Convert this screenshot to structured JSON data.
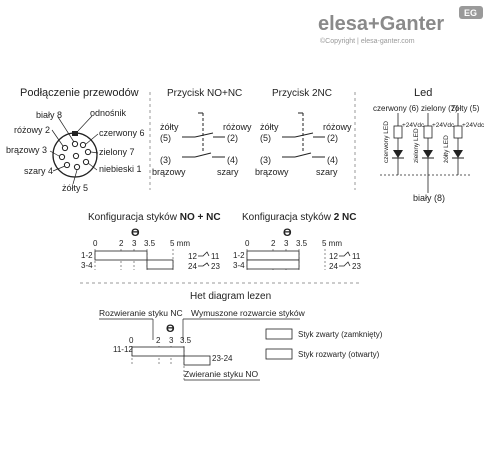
{
  "brand": {
    "name": "elesa+Ganter",
    "copyright": "©Copyright | elesa-ganter.com",
    "badge": "EG"
  },
  "connection": {
    "title": "Podłączenie przewodów",
    "pins": {
      "bialy": "biały 8",
      "rozowy": "różowy 2",
      "brazowy": "brązowy 3",
      "szary": "szary 4",
      "zolty": "żółty 5",
      "niebieski": "niebieski 1",
      "zielony": "zielony 7",
      "czerwony": "czerwony 6",
      "odnosnik": "odnośnik"
    }
  },
  "button_no_nc": {
    "title": "Przycisk NO+NC",
    "zolty": "żółty",
    "p5": "(5)",
    "rozowy": "różowy",
    "p2": "(2)",
    "p3": "(3)",
    "p4": "(4)",
    "brazowy": "brązowy",
    "szary": "szary"
  },
  "button_2nc": {
    "title": "Przycisk 2NC",
    "zolty": "żółty",
    "p5": "(5)",
    "rozowy": "różowy",
    "p2": "(2)",
    "p3": "(3)",
    "p4": "(4)",
    "brazowy": "brązowy",
    "szary": "szary"
  },
  "led": {
    "title": "Led",
    "czerwony": "czerwony (6)",
    "zielony": "zielony (7)",
    "zolty": "żółty (5)",
    "v1": "+24Vdc",
    "v2": "+24Vdc",
    "v3": "+24Vdc",
    "led_red": "czerwony LED",
    "led_green": "zielony LED",
    "led_yellow": "żółty LED",
    "bialy": "biały (8)"
  },
  "config_no_nc": {
    "title_prefix": "Konfiguracja styków",
    "title_bold": "NO + NC",
    "theta": "ϴ",
    "ticks": [
      "0",
      "2",
      "3",
      "3.5",
      "5 mm"
    ],
    "row1": "1-2",
    "row2": "3-4",
    "c12": "12",
    "c11": "11",
    "c24": "24",
    "c23": "23"
  },
  "config_2nc": {
    "title_prefix": "Konfiguracja styków",
    "title_bold": "2 NC",
    "theta": "ϴ",
    "ticks": [
      "0",
      "2",
      "3",
      "3.5",
      "5 mm"
    ],
    "row1": "1-2",
    "row2": "3-4",
    "c12": "12",
    "c11": "11",
    "c24": "24",
    "c23": "23"
  },
  "het": {
    "title": "Het diagram lezen",
    "nc_open": "Rozwieranie styku NC",
    "no_opening": "Wymuszone rozwarcie styków",
    "theta": "ϴ",
    "ticks": [
      "0",
      "2",
      "3",
      "3.5"
    ],
    "row1": "11-12",
    "row2": "23-24",
    "no_close": "Zwieranie styku NO",
    "legend_closed": "Styk zwarty (zamknięty)",
    "legend_open": "Styk rozwarty (otwarty)"
  }
}
